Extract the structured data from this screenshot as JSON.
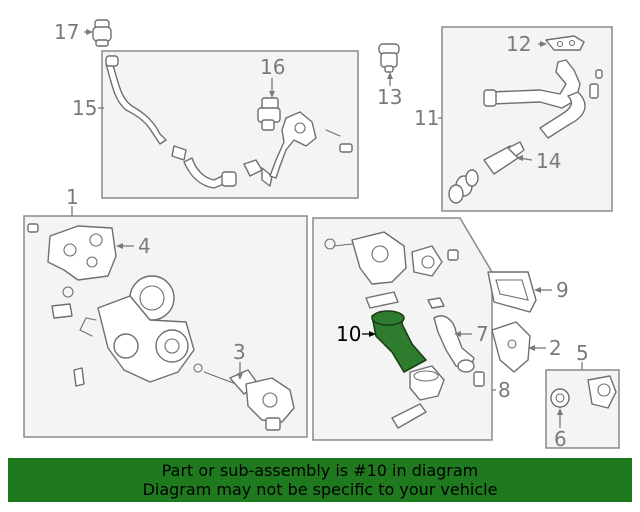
{
  "diagram": {
    "highlight_part": "10",
    "colors": {
      "highlight": "#2e7d2e",
      "banner": "#1f7a1f",
      "line": "#7a7a7a"
    },
    "callouts": {
      "c1": "1",
      "c2": "2",
      "c3": "3",
      "c4": "4",
      "c5": "5",
      "c6": "6",
      "c7": "7",
      "c8": "8",
      "c9": "9",
      "c10": "10",
      "c11": "11",
      "c12": "12",
      "c13": "13",
      "c14": "14",
      "c15": "15",
      "c16": "16",
      "c17": "17"
    }
  },
  "banner": {
    "line1": "Part or sub-assembly is #10 in diagram",
    "line2": "Diagram may not be specific to your vehicle"
  }
}
